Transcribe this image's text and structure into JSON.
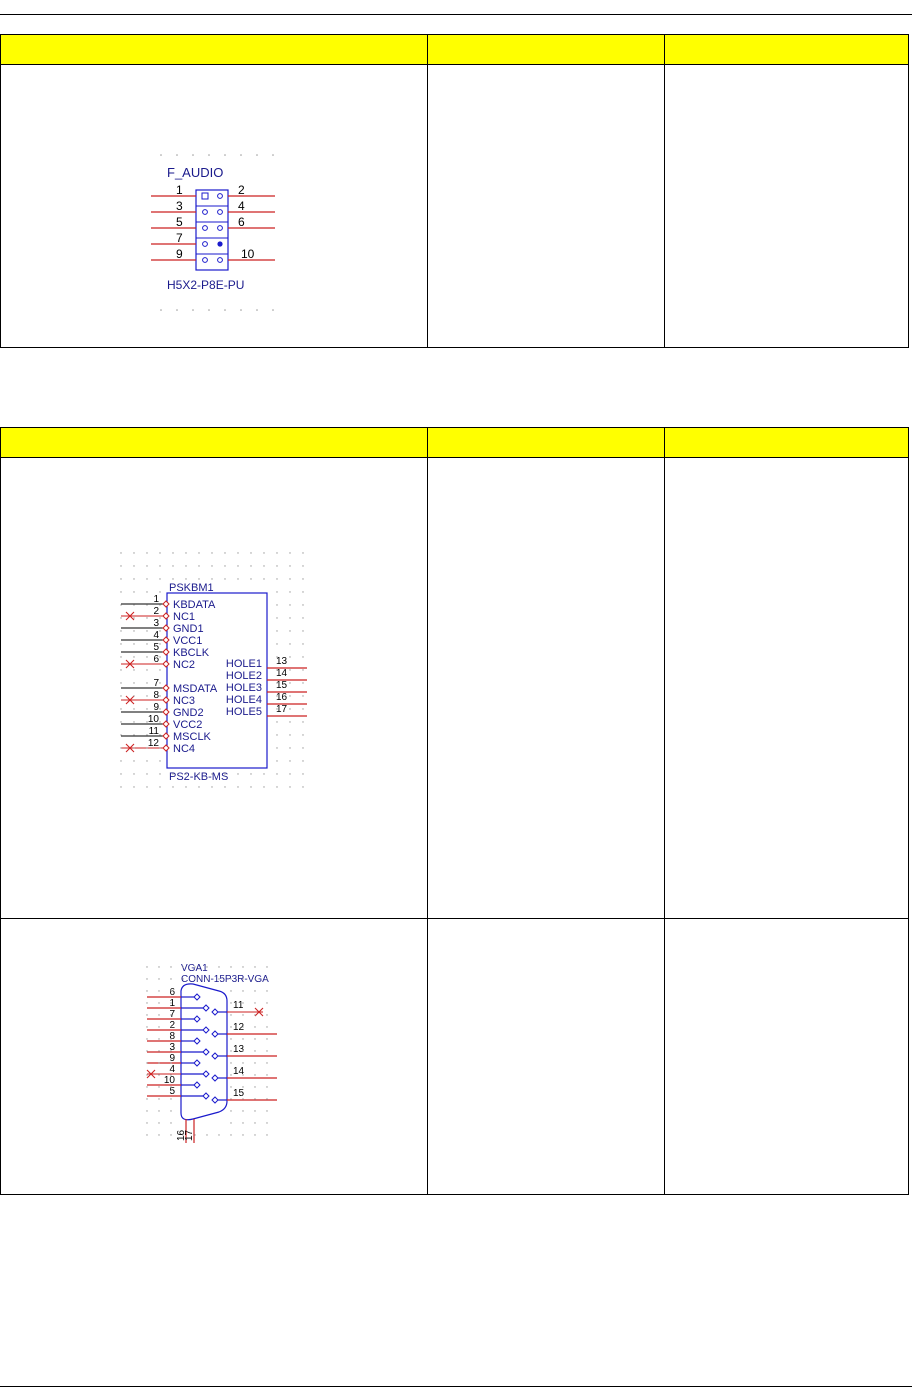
{
  "table1": {
    "headers": [
      "",
      "",
      ""
    ],
    "figure": {
      "ref": "F_AUDIO",
      "part": "H5X2-P8E-PU",
      "pins_left": [
        "1",
        "3",
        "5",
        "7",
        "9"
      ],
      "pins_right": [
        "2",
        "4",
        "6",
        "",
        "10"
      ]
    }
  },
  "table2": {
    "headers": [
      "",
      "",
      ""
    ],
    "ps2": {
      "ref": "PSKBM1",
      "part": "PS2-KB-MS",
      "left_pins": [
        {
          "num": "1",
          "name": "KBDATA",
          "nc": false
        },
        {
          "num": "2",
          "name": "NC1",
          "nc": true
        },
        {
          "num": "3",
          "name": "GND1",
          "nc": false
        },
        {
          "num": "4",
          "name": "VCC1",
          "nc": false
        },
        {
          "num": "5",
          "name": "KBCLK",
          "nc": false
        },
        {
          "num": "6",
          "name": "NC2",
          "nc": true
        },
        {
          "num": "7",
          "name": "MSDATA",
          "nc": false
        },
        {
          "num": "8",
          "name": "NC3",
          "nc": true
        },
        {
          "num": "9",
          "name": "GND2",
          "nc": false
        },
        {
          "num": "10",
          "name": "VCC2",
          "nc": false
        },
        {
          "num": "11",
          "name": "MSCLK",
          "nc": false
        },
        {
          "num": "12",
          "name": "NC4",
          "nc": true
        }
      ],
      "right_pins": [
        {
          "num": "13",
          "name": "HOLE1"
        },
        {
          "num": "14",
          "name": "HOLE2"
        },
        {
          "num": "15",
          "name": "HOLE3"
        },
        {
          "num": "16",
          "name": "HOLE4"
        },
        {
          "num": "17",
          "name": "HOLE5"
        }
      ]
    },
    "vga": {
      "ref": "VGA1",
      "part": "CONN-15P3R-VGA",
      "left_pins": [
        "6",
        "1",
        "7",
        "2",
        "8",
        "3",
        "9",
        "4",
        "10",
        "5"
      ],
      "right_pins": [
        "11",
        "12",
        "13",
        "14",
        "15"
      ],
      "bottom_pins": [
        "16",
        "17"
      ]
    }
  }
}
